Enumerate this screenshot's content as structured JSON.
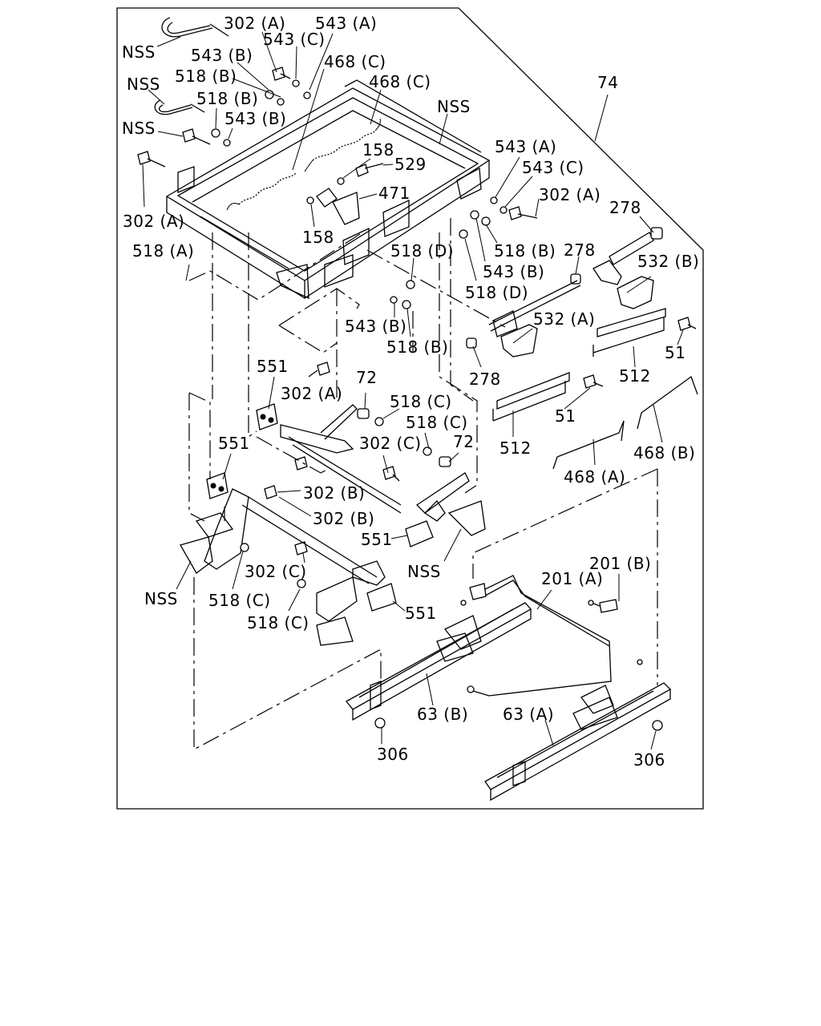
{
  "diagram": {
    "border_label": "74",
    "labels": {
      "nss_1": "NSS",
      "nss_2": "NSS",
      "nss_3": "NSS",
      "nss_4": "NSS",
      "nss_5": "NSS",
      "nss_6": "NSS",
      "p302a_1": "302 (A)",
      "p302a_2": "302 (A)",
      "p302a_3": "302 (A)",
      "p302a_4": "302 (A)",
      "p302b_1": "302 (B)",
      "p302b_2": "302 (B)",
      "p302c_1": "302 (C)",
      "p302c_2": "302 (C)",
      "p543a_1": "543 (A)",
      "p543a_2": "543 (A)",
      "p543b_1": "543 (B)",
      "p543b_2": "543 (B)",
      "p543b_3": "543 (B)",
      "p543b_4": "543 (B)",
      "p543c_1": "543 (C)",
      "p543c_2": "543 (C)",
      "p518a": "518 (A)",
      "p518b_1": "518 (B)",
      "p518b_2": "518 (B)",
      "p518b_3": "518 (B)",
      "p518b_4": "518 (B)",
      "p518c_1": "518 (C)",
      "p518c_2": "518 (C)",
      "p518c_3": "518 (C)",
      "p518c_4": "518 (C)",
      "p518d_1": "518 (D)",
      "p518d_2": "518 (D)",
      "p468c_1": "468 (C)",
      "p468c_2": "468 (C)",
      "p468a": "468 (A)",
      "p468b": "468 (B)",
      "p158_1": "158",
      "p158_2": "158",
      "p529": "529",
      "p471": "471",
      "p278_1": "278",
      "p278_2": "278",
      "p278_3": "278",
      "p532a": "532 (A)",
      "p532b": "532 (B)",
      "p51_1": "51",
      "p51_2": "51",
      "p512_1": "512",
      "p512_2": "512",
      "p551_1": "551",
      "p551_2": "551",
      "p551_3": "551",
      "p551_4": "551",
      "p72_1": "72",
      "p72_2": "72",
      "p201a": "201 (A)",
      "p201b": "201 (B)",
      "p63a": "63 (A)",
      "p63b": "63 (B)",
      "p306_1": "306",
      "p306_2": "306"
    }
  }
}
